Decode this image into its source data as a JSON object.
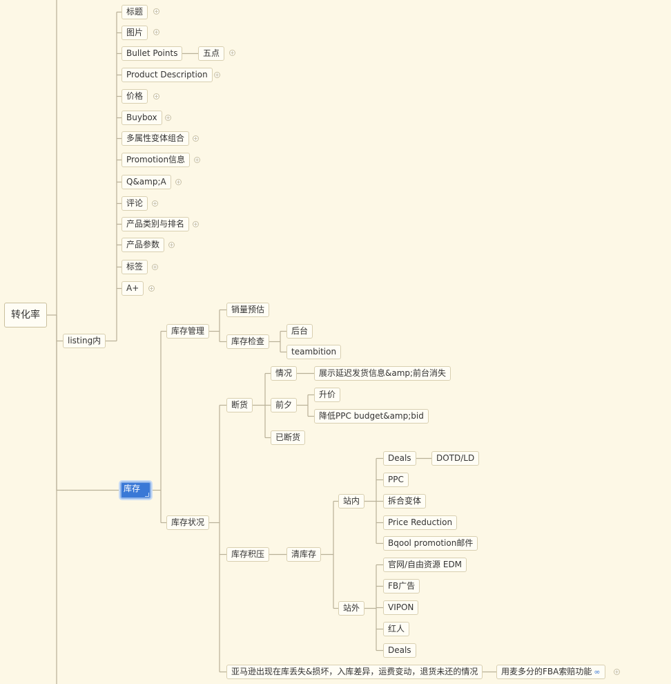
{
  "root": {
    "label": "转化率"
  },
  "listing": {
    "label": "listing内",
    "items": [
      "标题",
      "图片",
      "Bullet Points",
      "Product Description",
      "价格",
      "Buybox",
      "多属性变体组合",
      "Promotion信息",
      "Q&amp;A",
      "评论",
      "产品类别与排名",
      "产品参数",
      "标签",
      "A+"
    ],
    "bullet_child": "五点"
  },
  "inventory": {
    "label": "库存",
    "management": {
      "label": "库存管理",
      "forecast": "销量预估",
      "check": "库存检查",
      "check_children": [
        "后台",
        "teambition"
      ]
    },
    "status": {
      "label": "库存状况",
      "stockout": {
        "label": "断货",
        "situation": "情况",
        "situation_child": "展示延迟发货信息&amp;前台消失",
        "before": "前夕",
        "before_children": [
          "升价",
          "降低PPC budget&amp;bid"
        ],
        "done": "已断货"
      },
      "overstock": {
        "label": "库存积压",
        "clear": "清库存",
        "onsite": {
          "label": "站内",
          "items": [
            "Deals",
            "PPC",
            "拆合变体",
            "Price Reduction",
            "Bqool promotion邮件"
          ],
          "deals_child": "DOTD/LD"
        },
        "offsite": {
          "label": "站外",
          "items": [
            "官网/自由资源 EDM",
            "FB广告",
            "VIPON",
            "红人",
            "Deals"
          ]
        }
      },
      "loss": {
        "label": "亚马逊出现在库丢失&损坏，入库差异，运费变动，退货未还的情况",
        "child": "用麦多分的FBA索赔功能",
        "link_icon": "link-icon"
      }
    }
  },
  "colors": {
    "background": "#fdf8e6",
    "line": "#b8b097",
    "node_border": "#d8cfb0",
    "selected": "#3a78d6"
  }
}
